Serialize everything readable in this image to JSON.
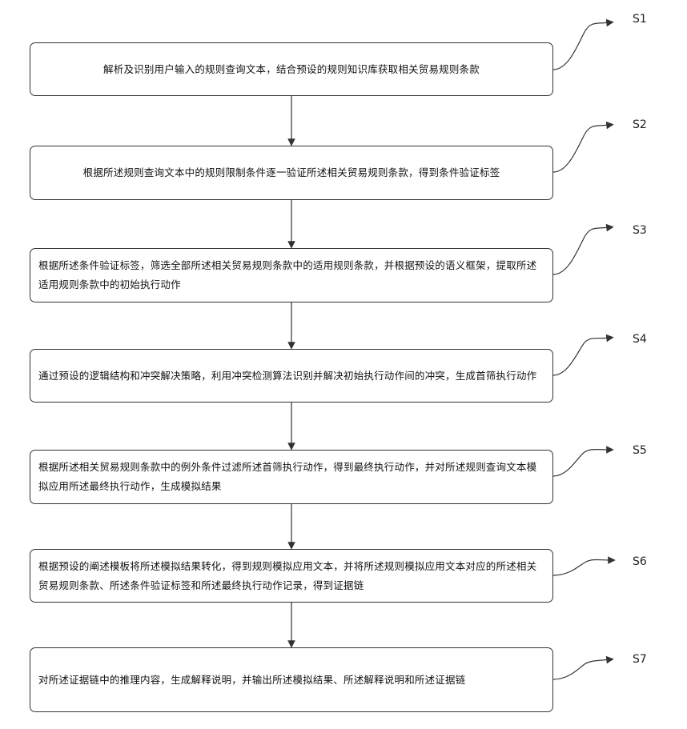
{
  "steps": [
    {
      "id": "S1",
      "text": "解析及识别用户输入的规则查询文本，结合预设的规则知识库获取相关贸易规则条款"
    },
    {
      "id": "S2",
      "text": "根据所述规则查询文本中的规则限制条件逐一验证所述相关贸易规则条款，得到条件验证标签"
    },
    {
      "id": "S3",
      "text": "根据所述条件验证标签，筛选全部所述相关贸易规则条款中的适用规则条款，并根据预设的语义框架，提取所述适用规则条款中的初始执行动作"
    },
    {
      "id": "S4",
      "text": "通过预设的逻辑结构和冲突解决策略，利用冲突检测算法识别并解决初始执行动作间的冲突，生成首筛执行动作"
    },
    {
      "id": "S5",
      "text": "根据所述相关贸易规则条款中的例外条件过滤所述首筛执行动作，得到最终执行动作，并对所述规则查询文本模拟应用所述最终执行动作，生成模拟结果"
    },
    {
      "id": "S6",
      "text": "根据预设的阐述模板将所述模拟结果转化，得到规则模拟应用文本，并将所述规则模拟应用文本对应的所述相关贸易规则条款、所述条件验证标签和所述最终执行动作记录，得到证据链"
    },
    {
      "id": "S7",
      "text": "对所述证据链中的推理内容，生成解释说明，并输出所述模拟结果、所述解释说明和所述证据链"
    }
  ],
  "colors": {
    "stroke": "#333333",
    "text": "#111111",
    "background": "#ffffff"
  }
}
